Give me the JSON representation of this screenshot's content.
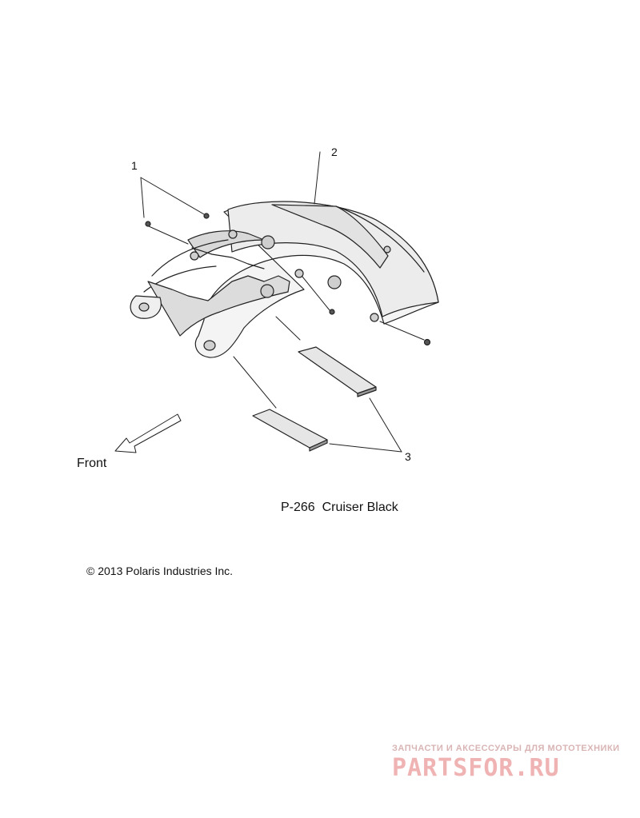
{
  "callouts": {
    "c1": "1",
    "c2": "2",
    "c3": "3"
  },
  "labels": {
    "front": "Front"
  },
  "caption": "P-266  Cruiser Black",
  "copyright": "© 2013 Polaris Industries Inc.",
  "watermark": {
    "tagline": "ЗАПЧАСТИ И АКСЕССУАРЫ ДЛЯ МОТОТЕХНИКИ",
    "logo": "PARTSFOR.RU"
  },
  "colors": {
    "line": "#222222",
    "fender_light": "#f4f4f4",
    "fender_shade": "#d8d8d8",
    "watermark": "#f0b3b3"
  }
}
